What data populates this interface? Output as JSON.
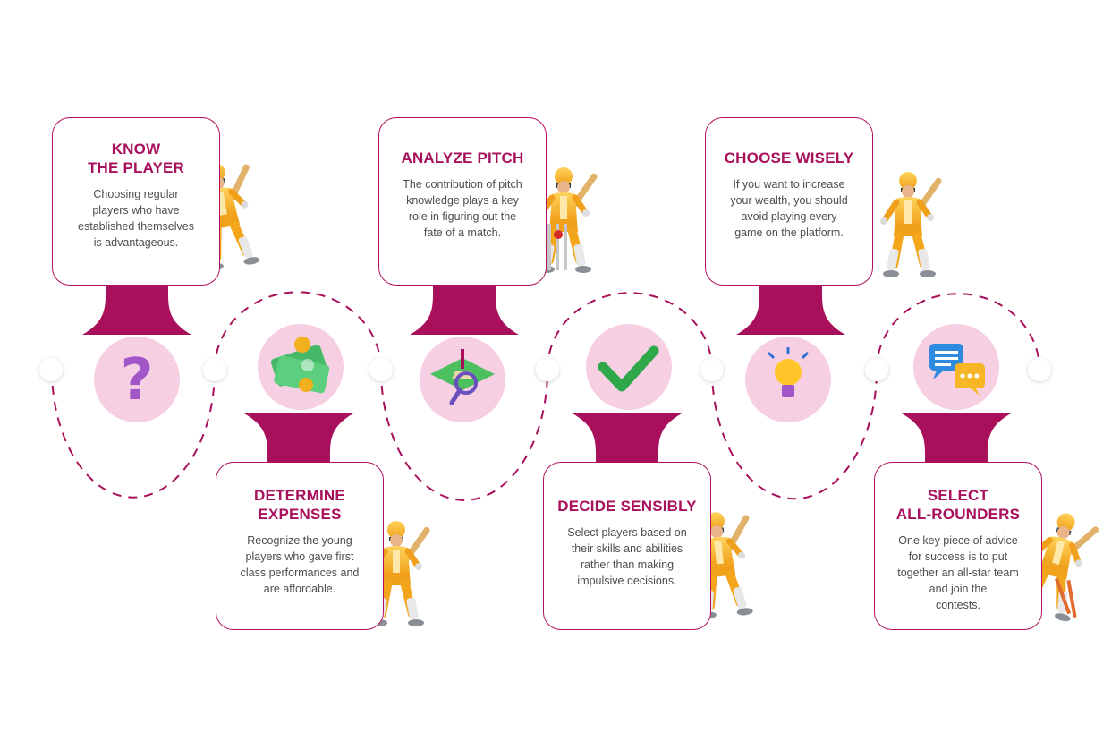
{
  "colors": {
    "accent": "#a8105c",
    "circle": "#f6cfe3",
    "text": "#4d4d4d",
    "jersey": "#f3a51b"
  },
  "steps": [
    {
      "title": "KNOW\nTHE PLAYER",
      "desc": "Choosing regular\nplayers who have\nestablished themselves\nis advantageous.",
      "icon": "question-mark-icon"
    },
    {
      "title": "DETERMINE\nEXPENSES",
      "desc": "Recognize the young\nplayers who gave first\nclass performances and\nare affordable.",
      "icon": "money-coins-icon"
    },
    {
      "title": "ANALYZE PITCH",
      "desc": "The contribution of pitch\nknowledge plays a key\nrole in figuring out the\nfate of a match.",
      "icon": "pitch-magnifier-icon"
    },
    {
      "title": "DECIDE SENSIBLY",
      "desc": "Select players based on\ntheir skills and abilities\nrather than making\nimpulsive decisions.",
      "icon": "checkmark-icon"
    },
    {
      "title": "CHOOSE WISELY",
      "desc": "If you want to increase\nyour wealth, you should\navoid playing every\ngame on the platform.",
      "icon": "lightbulb-icon"
    },
    {
      "title": "SELECT\nALL-ROUNDERS",
      "desc": "One key piece of advice\nfor success is to put\ntogether an all-star team\nand join the\ncontests.",
      "icon": "chat-bubbles-icon"
    }
  ]
}
